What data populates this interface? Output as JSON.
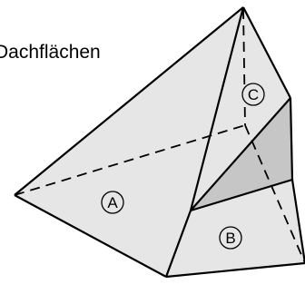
{
  "title": "Dachflächen",
  "faces": [
    {
      "id": "a",
      "label": "A"
    },
    {
      "id": "b",
      "label": "B"
    },
    {
      "id": "c",
      "label": "C"
    }
  ],
  "colors": {
    "face_light": "#e6e6e6",
    "face_shaded": "#c6c6c6",
    "edge": "#000000",
    "background": "#ffffff"
  }
}
